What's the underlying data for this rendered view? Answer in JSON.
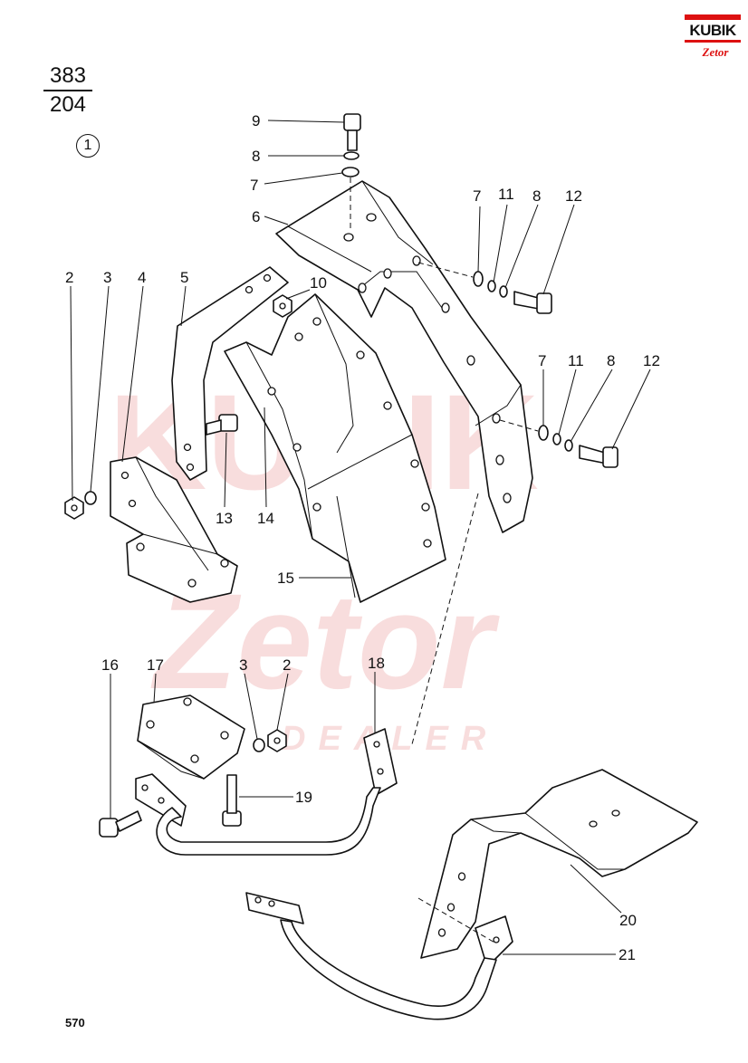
{
  "header": {
    "fraction_top": "383",
    "fraction_bottom": "204",
    "circled_index": "1"
  },
  "logo": {
    "brand": "KUBIK",
    "sub": "Zetor"
  },
  "watermark": {
    "brand": "KUBIK",
    "sub": "Zetor",
    "tagline": "DEALER"
  },
  "callouts": [
    "2",
    "3",
    "4",
    "5",
    "6",
    "7",
    "8",
    "9",
    "10",
    "11",
    "12",
    "13",
    "14",
    "15",
    "16",
    "17",
    "18",
    "19",
    "20",
    "21"
  ],
  "callout_instances": {
    "c9": "9",
    "c8a": "8",
    "c7a": "7",
    "c6": "6",
    "c7b": "7",
    "c11a": "11",
    "c8b": "8",
    "c12a": "12",
    "c2a": "2",
    "c3a": "3",
    "c4": "4",
    "c5": "5",
    "c10": "10",
    "c7c": "7",
    "c11b": "11",
    "c8c": "8",
    "c12b": "12",
    "c13": "13",
    "c14": "14",
    "c15": "15",
    "c16": "16",
    "c17": "17",
    "c3b": "3",
    "c2b": "2",
    "c18": "18",
    "c19": "19",
    "c20": "20",
    "c21": "21"
  },
  "page_number": "570",
  "colors": {
    "line": "#111111",
    "brand_red": "#d11111",
    "watermark": "#f3c3c3"
  }
}
